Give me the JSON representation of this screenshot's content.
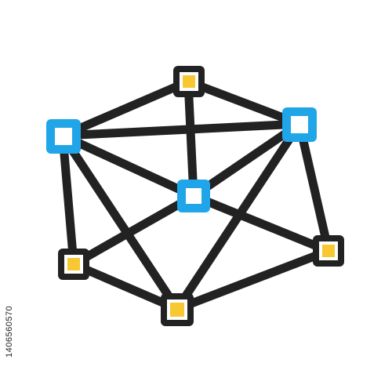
{
  "icon": {
    "name": "network-topology-icon",
    "colors": {
      "background": "#ffffff",
      "stroke": "#222222",
      "node_dark": "#222222",
      "node_blue": "#20a6e8",
      "node_yellow": "#f7c832",
      "node_inner_white": "#ffffff"
    },
    "node_types": [
      "yellow-core",
      "blue-hollow",
      "blue-hollow",
      "blue-core",
      "yellow-core",
      "yellow-core",
      "yellow-core"
    ]
  },
  "stock_id": "1406560570"
}
